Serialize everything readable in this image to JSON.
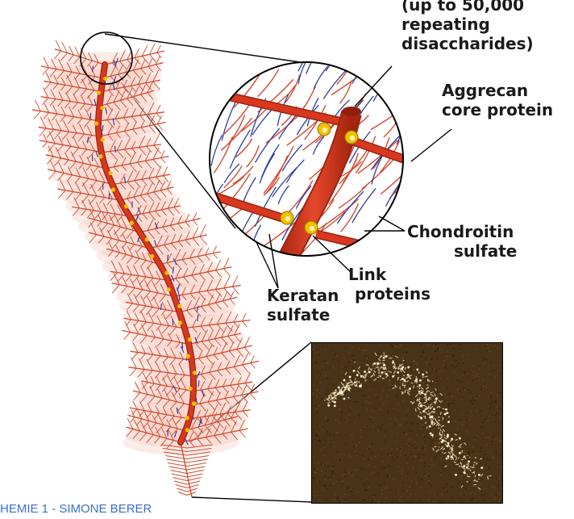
{
  "labels": {
    "hyaluronan": [
      "(up to 50,000",
      "repeating",
      "disaccharides)"
    ],
    "aggrecan": [
      "Aggrecan",
      "core protein"
    ],
    "chondroitin": [
      "Chondroitin",
      "sulfate"
    ],
    "link": [
      "Link",
      "proteins"
    ],
    "keratan": [
      "Keratan",
      "sulfate"
    ]
  },
  "footer": "HEMIE 1 - SIMONE BERER",
  "colors": {
    "core": "#d8381e",
    "core_dark": "#9a2412",
    "chondroitin": "#d24a2e",
    "keratan": "#2f3f9e",
    "link": "#f2c200",
    "micrograph_bg": "#4a3218",
    "micrograph_fiber": "#f3e3b8"
  },
  "icons": {
    "zoom_circle": "magnify-circle-icon",
    "micrograph": "electron-micrograph-image"
  }
}
